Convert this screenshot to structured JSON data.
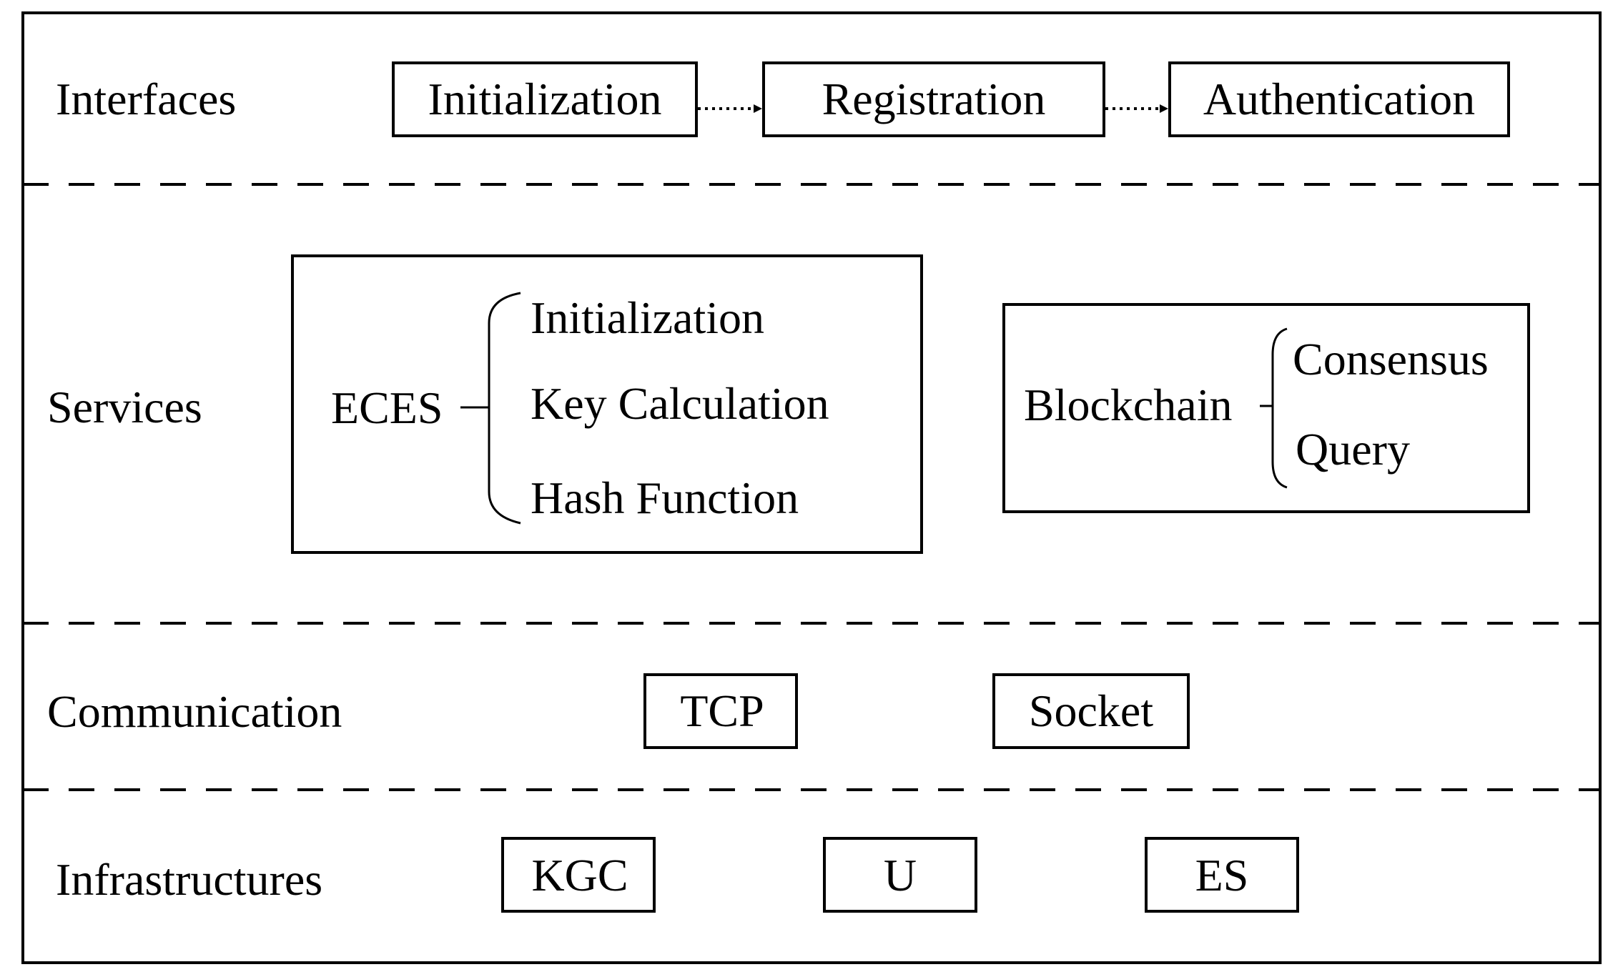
{
  "layers": {
    "interfaces": {
      "label": "Interfaces",
      "steps": [
        "Initialization",
        "Registration",
        "Authentication"
      ]
    },
    "services": {
      "label": "Services",
      "eces": {
        "name": "ECES",
        "items": [
          "Initialization",
          "Key Calculation",
          "Hash Function"
        ]
      },
      "blockchain": {
        "name": "Blockchain",
        "items": [
          "Consensus",
          "Query"
        ]
      }
    },
    "communication": {
      "label": "Communication",
      "items": [
        "TCP",
        "Socket"
      ]
    },
    "infrastructures": {
      "label": "Infrastructures",
      "items": [
        "KGC",
        "U",
        "ES"
      ]
    }
  }
}
